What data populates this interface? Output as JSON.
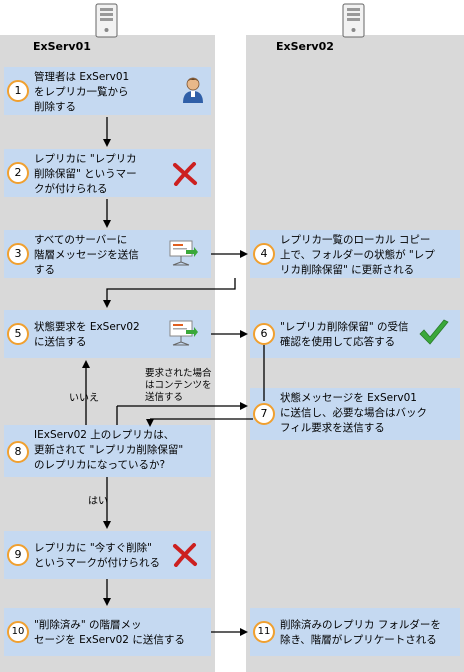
{
  "lanes": {
    "left": "ExServ01",
    "right": "ExServ02"
  },
  "steps": [
    {
      "n": "1",
      "text": "管理者は ExServ01\nをレプリカ一覧から\n削除する"
    },
    {
      "n": "2",
      "text": "レプリカに \"レプリカ\n削除保留\" というマー\nクが付けられる"
    },
    {
      "n": "3",
      "text": "すべてのサーバーに\n階層メッセージを送信\nする"
    },
    {
      "n": "4",
      "text": "レプリカ一覧のローカル コピー\n上で、フォルダーの状態が \"レプ\nリカ削除保留\" に更新される"
    },
    {
      "n": "5",
      "text": "状態要求を ExServ02\nに送信する"
    },
    {
      "n": "6",
      "text": "\"レプリカ削除保留\" の受信\n確認を使用して応答する"
    },
    {
      "n": "7",
      "text": "状態メッセージを ExServ01\nに送信し、必要な場合はバック\nフィル要求を送信する"
    },
    {
      "n": "8",
      "text": "IExServ02 上のレプリカは、\n更新されて \"レプリカ削除保留\"\nのレプリカになっているか?"
    },
    {
      "n": "9",
      "text": "レプリカに \"今すぐ削除\"\nというマークが付けられる"
    },
    {
      "n": "10",
      "text": "\"削除済み\" の階層メッ\nセージを ExServ02 に送信する"
    },
    {
      "n": "11",
      "text": "削除済みのレプリカ フォルダーを\n除き、階層がレプリケートされる"
    }
  ],
  "labels": {
    "no": "いいえ",
    "yes": "はい",
    "requested": "要求された場合\nはコンテンツを\n送信する"
  },
  "colors": {
    "lane": "#d9d9d9",
    "step": "#c5d9f1",
    "circle": "#f0a030",
    "check": "#3aa83a",
    "cross": "#cc2020"
  },
  "icons": [
    "server-icon",
    "admin-user-icon",
    "delete-x-icon",
    "message-send-icon",
    "checkmark-icon"
  ]
}
